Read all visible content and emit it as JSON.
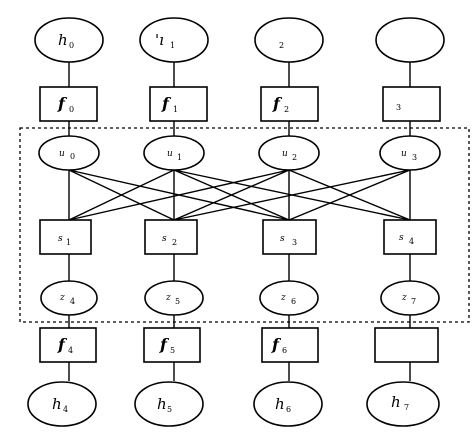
{
  "nodes": {
    "h0": {
      "main": "h",
      "sub": "0"
    },
    "h1": {
      "main": "'ı",
      "sub": "1"
    },
    "h2": {
      "main": "",
      "sub": "2"
    },
    "h3": {
      "main": "",
      "sub": ""
    },
    "f0": {
      "main": "f",
      "sub": "0"
    },
    "f1": {
      "main": "f",
      "sub": "1"
    },
    "f2": {
      "main": "f",
      "sub": "2"
    },
    "f3": {
      "main": "",
      "sub": "3"
    },
    "u0": {
      "main": "u",
      "sub": "0"
    },
    "u1": {
      "main": "u",
      "sub": "1"
    },
    "u2": {
      "main": "u",
      "sub": "2"
    },
    "u3": {
      "main": "u",
      "sub": "3"
    },
    "s1": {
      "main": "s",
      "sub": "1"
    },
    "s2": {
      "main": "s",
      "sub": "2"
    },
    "s3": {
      "main": "s",
      "sub": "3"
    },
    "s4": {
      "main": "s",
      "sub": "4"
    },
    "z4": {
      "main": "z",
      "sub": "4"
    },
    "z5": {
      "main": "z",
      "sub": "5"
    },
    "z6": {
      "main": "z",
      "sub": "6"
    },
    "z7": {
      "main": "z",
      "sub": "7"
    },
    "f4": {
      "main": "f",
      "sub": "4"
    },
    "f5": {
      "main": "f",
      "sub": "5"
    },
    "f6": {
      "main": "f",
      "sub": "6"
    },
    "f7": {
      "main": "",
      "sub": ""
    },
    "h4": {
      "main": "h",
      "sub": "4"
    },
    "h5": {
      "main": "h",
      "sub": "5"
    },
    "h6": {
      "main": "h",
      "sub": "6"
    },
    "h7": {
      "main": "h",
      "sub": "7"
    }
  }
}
